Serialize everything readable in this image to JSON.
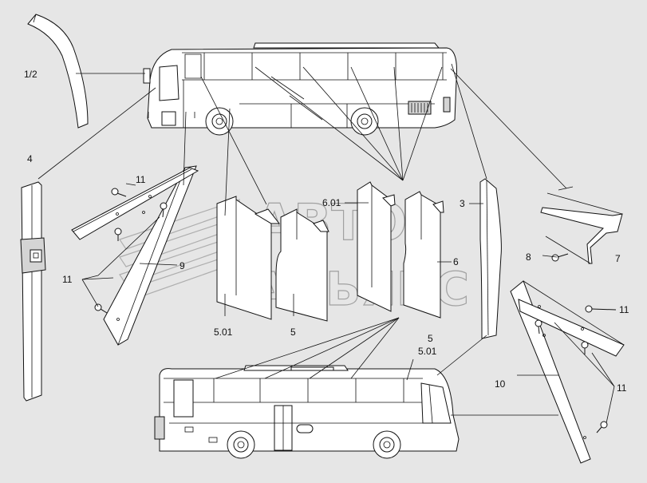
{
  "watermark": {
    "line1": "АВТО",
    "line2": "АЛЬЯНС"
  },
  "labels": {
    "p1_2": "1/2",
    "p4": "4",
    "p11_a": "11",
    "p11_b": "11",
    "p9": "9",
    "p5_01_a": "5.01",
    "p5_a": "5",
    "p6_01": "6.01",
    "p3": "3",
    "p6": "6",
    "p7": "7",
    "p8": "8",
    "p11_c": "11",
    "p11_d": "11",
    "p10": "10",
    "p5_b": "5",
    "p5_01_b": "5.01"
  }
}
